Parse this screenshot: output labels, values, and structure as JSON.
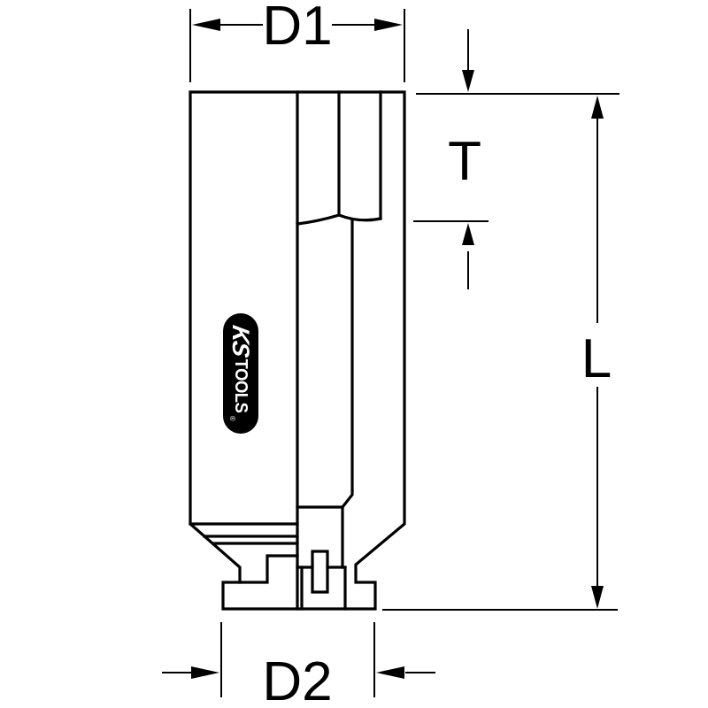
{
  "page": {
    "background": "#ffffff"
  },
  "drawing": {
    "line_color": "#000000",
    "dimensions": {
      "d1": {
        "label": "D1"
      },
      "t": {
        "label": "T"
      },
      "l": {
        "label": "L"
      },
      "d2": {
        "label": "D2"
      }
    },
    "logo": {
      "ks": "KS",
      "tools": "TOOLS",
      "registered": "®",
      "bg_color": "#000000",
      "text_color": "#ffffff"
    }
  }
}
